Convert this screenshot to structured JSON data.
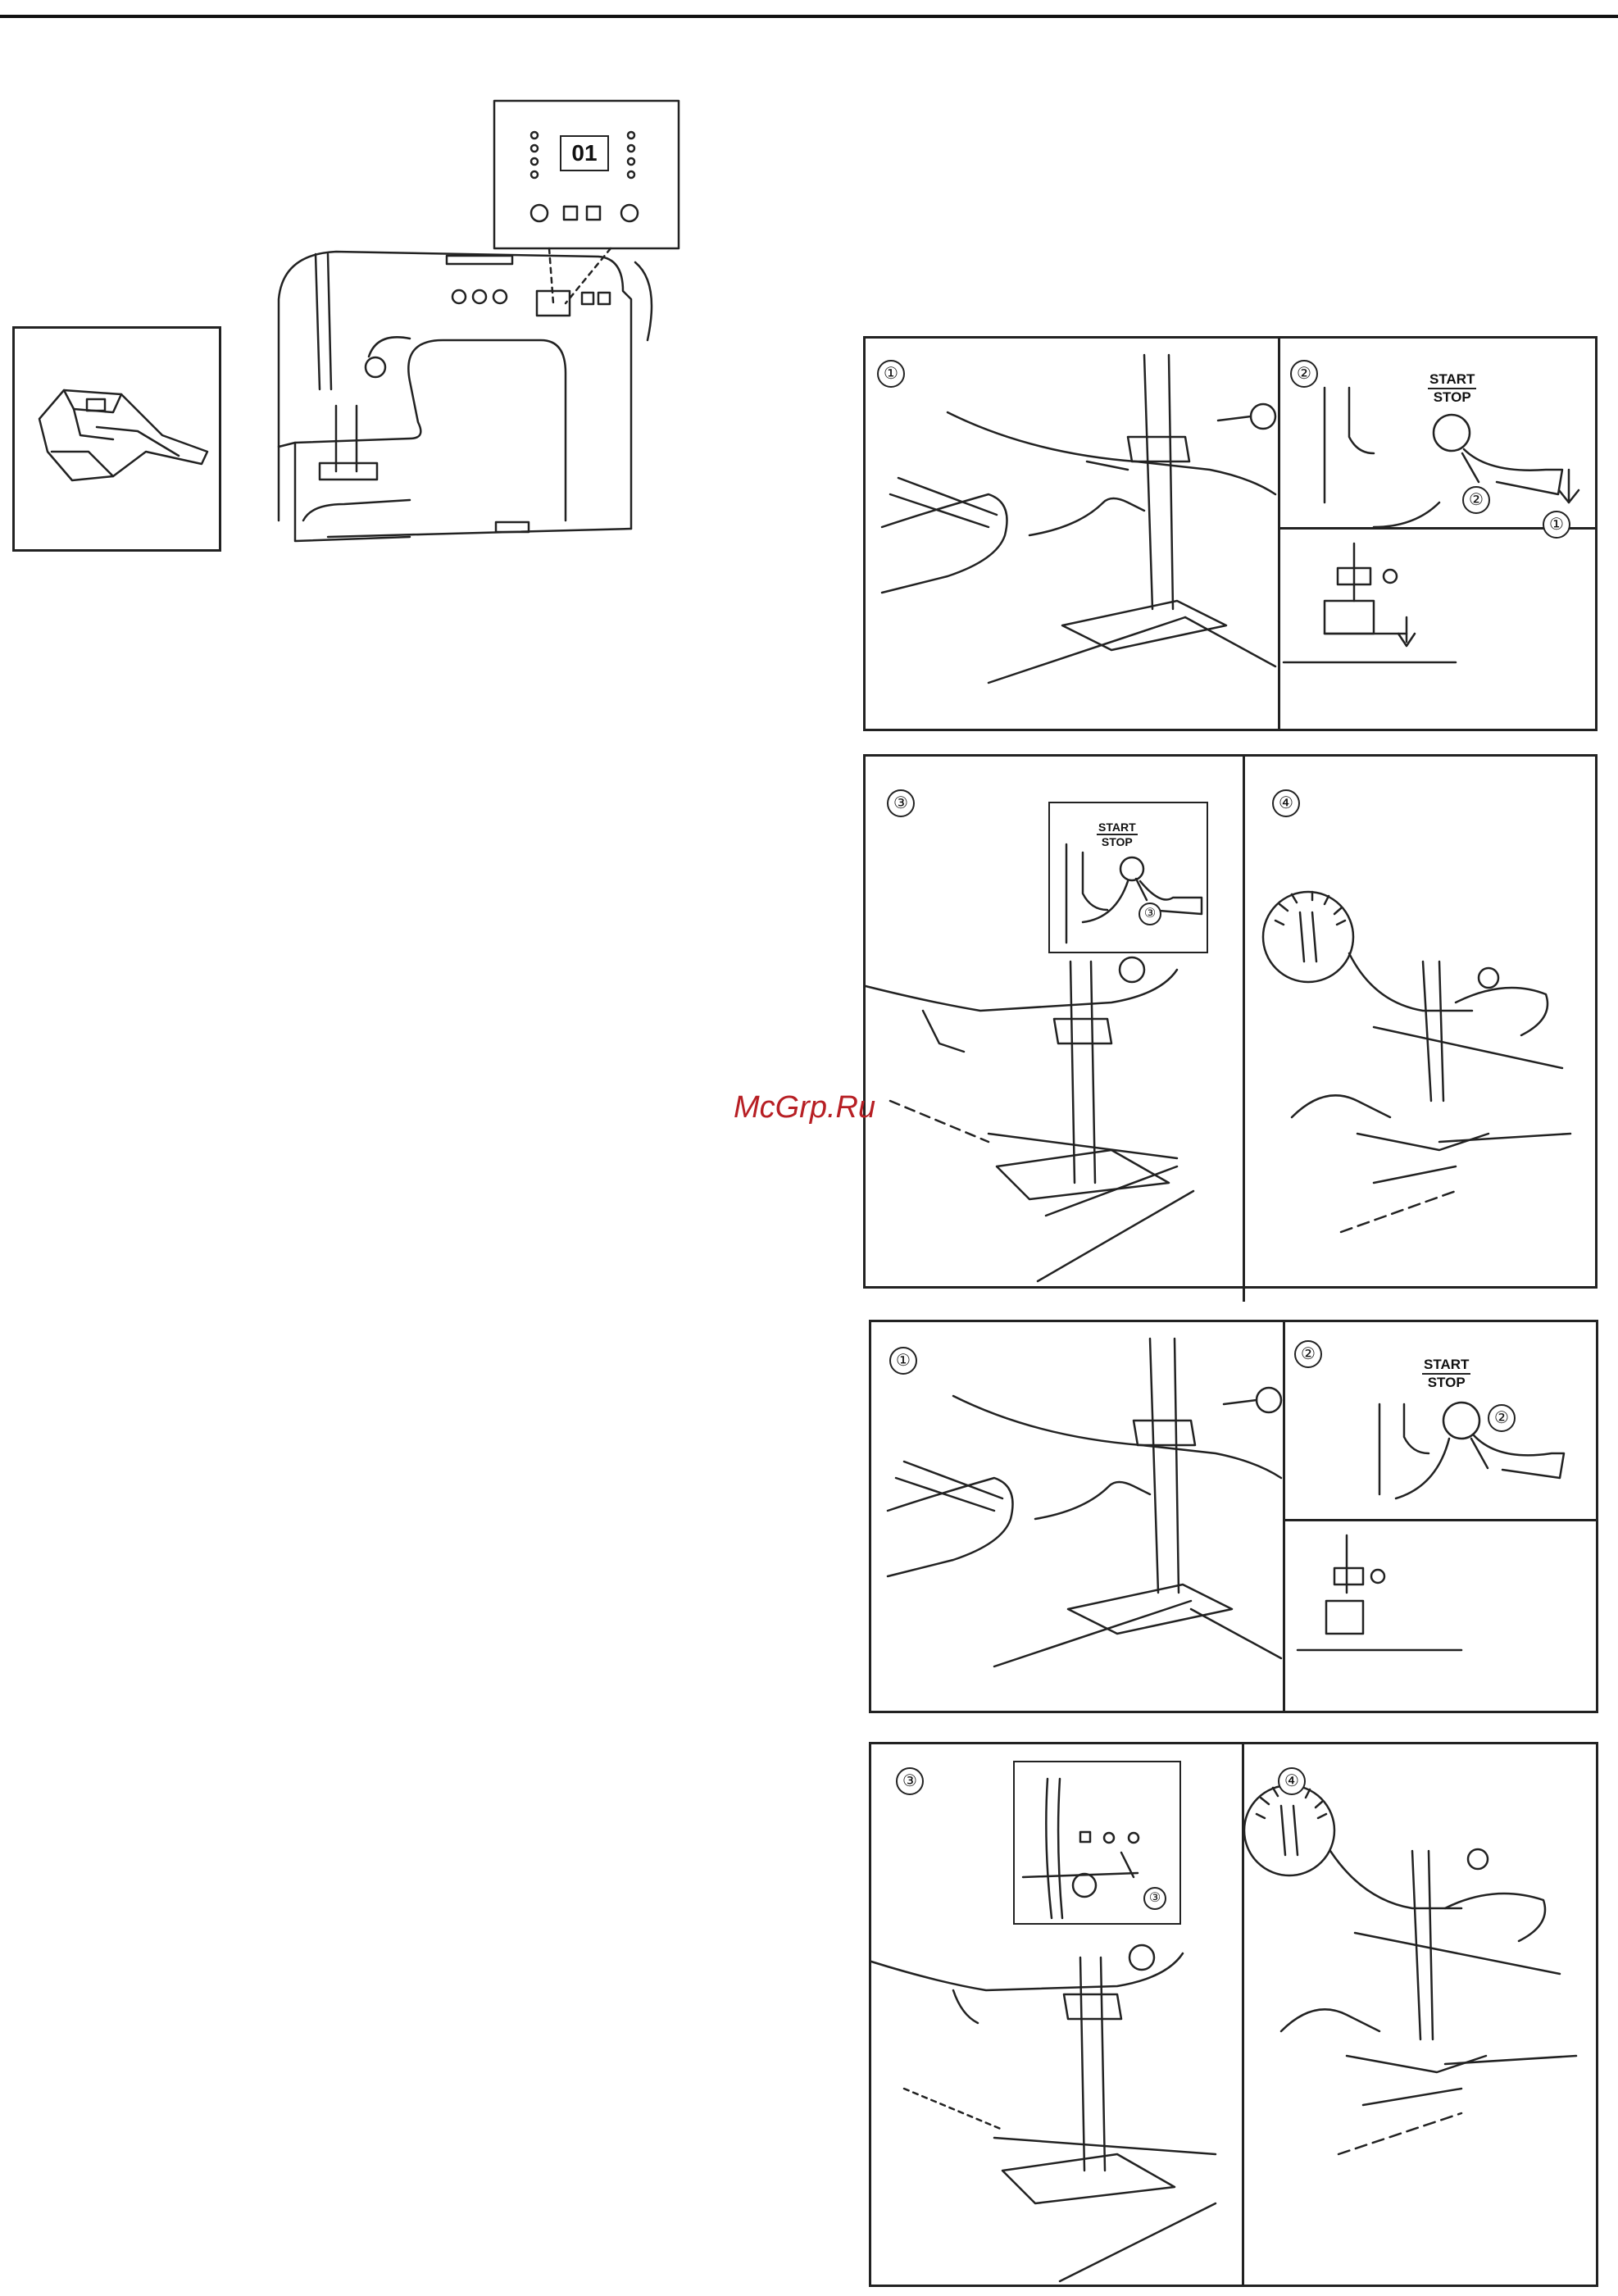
{
  "display_number": "01",
  "watermark": "McGrp.Ru",
  "panels": {
    "a1": {
      "step": "①"
    },
    "a2": {
      "step": "②",
      "label_top": "START",
      "label_bottom": "STOP",
      "call_2": "②",
      "call_1": "①"
    },
    "a3": {
      "step": "③",
      "label_top": "START",
      "label_bottom": "STOP",
      "call_3": "③"
    },
    "a4": {
      "step": "④"
    },
    "b1": {
      "step": "①"
    },
    "b2": {
      "step": "②",
      "label_top": "START",
      "label_bottom": "STOP",
      "call_2": "②"
    },
    "b3": {
      "step": "③",
      "call_3": "③"
    },
    "b4": {
      "step": "④"
    }
  }
}
